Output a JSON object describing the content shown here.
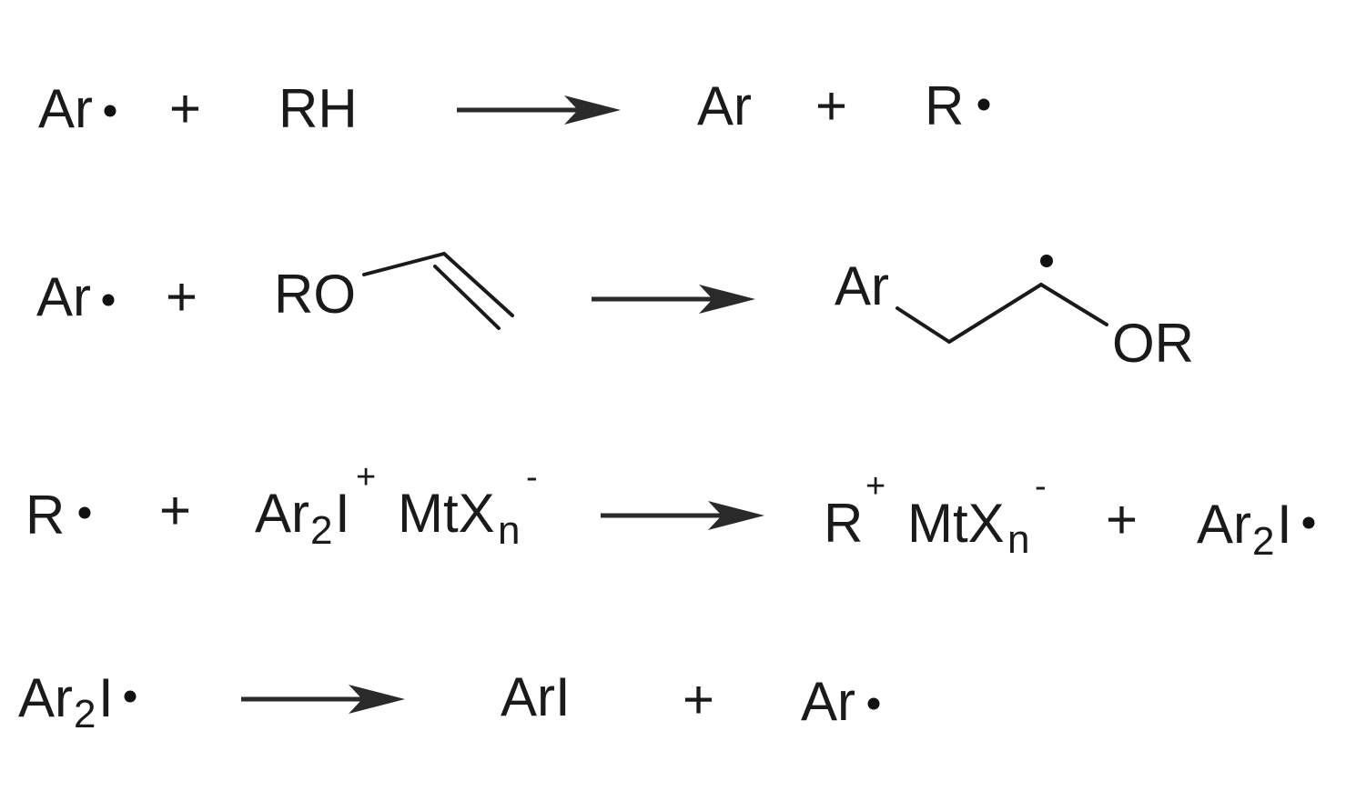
{
  "reactions": [
    {
      "reactants": [
        {
          "text": "Ar",
          "radical": true
        },
        {
          "text": "RH"
        }
      ],
      "plus": "+",
      "products": [
        {
          "text": "Ar"
        },
        {
          "text": "R",
          "radical": true
        }
      ]
    },
    {
      "reactants": [
        {
          "text": "Ar",
          "radical": true
        },
        {
          "text": "RO",
          "structure": "vinyl ether"
        }
      ],
      "plus": "+",
      "products": [
        {
          "ar_label": "Ar",
          "or_label": "OR",
          "radical": true
        }
      ]
    },
    {
      "reactants": [
        {
          "text": "R",
          "radical": true
        },
        {
          "ar": "Ar",
          "ar_sub": "2",
          "iodine": "I",
          "charge": "+",
          "anion": "MtX",
          "anion_sub": "n",
          "anion_charge": "-"
        }
      ],
      "plus": "+",
      "products": [
        {
          "cation": "R",
          "charge": "+",
          "anion": "MtX",
          "anion_sub": "n",
          "anion_charge": "-"
        },
        {
          "ar": "Ar",
          "ar_sub": "2",
          "iodine": "I",
          "radical": true
        }
      ]
    },
    {
      "reactants": [
        {
          "ar": "Ar",
          "ar_sub": "2",
          "iodine": "I",
          "radical": true
        }
      ],
      "products": [
        {
          "text": "ArI"
        },
        {
          "text": "Ar",
          "radical": true
        }
      ],
      "plus": "+"
    }
  ]
}
